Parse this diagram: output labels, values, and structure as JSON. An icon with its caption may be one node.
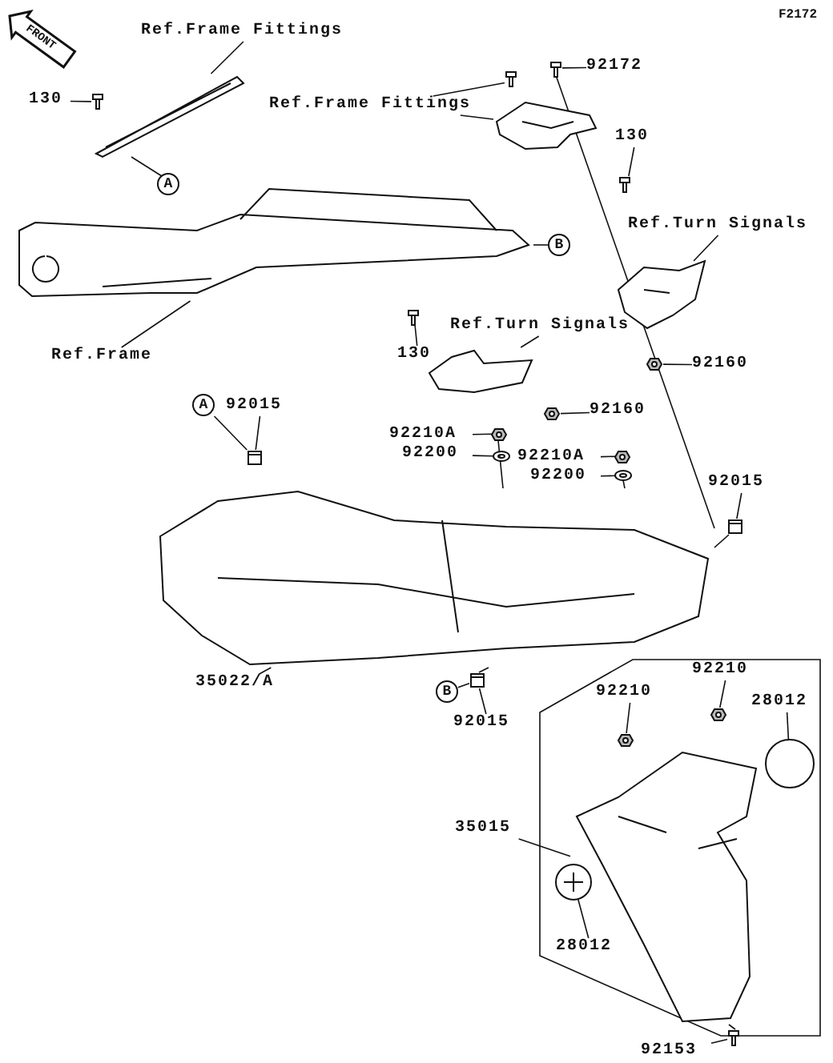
{
  "diagram": {
    "nodes": [
      {
        "text": [
          "Ref.Frame Fittings"
        ]
      },
      {
        "text": [],
        "shape": "picture"
      },
      {
        "text": [
          "130"
        ]
      },
      {
        "text": [],
        "shape": "picture"
      },
      {
        "text": [
          "A"
        ]
      },
      {
        "text": [
          "Ref.Frame Fittings"
        ]
      },
      {
        "text": [],
        "shape": "picture"
      },
      {
        "text": [],
        "shape": "picture"
      },
      {
        "text": [
          "92172"
        ]
      },
      {
        "text": [],
        "shape": "picture"
      },
      {
        "text": [],
        "shape": "picture"
      },
      {
        "text": [
          "Ref.Frame"
        ]
      },
      {
        "text": [
          "130"
        ]
      },
      {
        "text": [],
        "shape": "picture"
      },
      {
        "text": [
          "B"
        ]
      },
      {
        "text": [
          "130"
        ]
      },
      {
        "text": [],
        "shape": "picture"
      },
      {
        "text": [
          "Ref.Turn Signals"
        ]
      },
      {
        "text": [],
        "shape": "picture"
      },
      {
        "text": [
          "Ref.Turn Signals"
        ]
      },
      {
        "text": [],
        "shape": "picture"
      },
      {
        "text": [
          "92160"
        ]
      },
      {
        "text": [],
        "shape": "picture"
      },
      {
        "text": [
          "92160"
        ]
      },
      {
        "text": [],
        "shape": "picture"
      },
      {
        "text": [
          "92210A"
        ]
      },
      {
        "text": [],
        "shape": "picture"
      },
      {
        "text": [
          "92200"
        ]
      },
      {
        "text": [],
        "shape": "picture"
      },
      {
        "text": [
          "92210A"
        ]
      },
      {
        "text": [],
        "shape": "picture"
      },
      {
        "text": [
          "92200"
        ]
      },
      {
        "text": [],
        "shape": "picture"
      },
      {
        "text": [
          "A"
        ]
      },
      {
        "text": [
          "92015"
        ]
      },
      {
        "text": [],
        "shape": "picture"
      },
      {
        "text": [
          "92015"
        ]
      },
      {
        "text": [],
        "shape": "picture"
      },
      {
        "text": [],
        "shape": "picture"
      },
      {
        "text": [
          "35022/A"
        ]
      },
      {
        "text": [
          "B"
        ]
      },
      {
        "text": [],
        "shape": "picture"
      },
      {
        "text": [
          "92015"
        ]
      },
      {
        "text": [
          "92210"
        ]
      },
      {
        "text": [],
        "shape": "picture"
      },
      {
        "text": [
          "92210"
        ]
      },
      {
        "text": [],
        "shape": "picture"
      },
      {
        "text": [
          "28012"
        ]
      },
      {
        "text": [],
        "shape": "picture"
      },
      {
        "text": [],
        "shape": "picture"
      },
      {
        "text": [
          "35015"
        ]
      },
      {
        "text": [
          "28012"
        ]
      },
      {
        "text": [],
        "shape": "picture"
      },
      {
        "text": [
          "92153"
        ]
      },
      {
        "text": [],
        "shape": "picture"
      }
    ],
    "edges": [
      {
        "from": 0,
        "to": 1,
        "arrow": "none"
      },
      {
        "from": 2,
        "to": 3,
        "arrow": "none"
      },
      {
        "from": 4,
        "to": 1,
        "arrow": "none"
      },
      {
        "from": 5,
        "to": 6,
        "arrow": "none"
      },
      {
        "from": 5,
        "to": 7,
        "arrow": "none"
      },
      {
        "from": 8,
        "to": 9,
        "arrow": "none"
      },
      {
        "from": 11,
        "to": 10,
        "arrow": "none"
      },
      {
        "from": 12,
        "to": 13,
        "arrow": "none"
      },
      {
        "from": 14,
        "to": 10,
        "arrow": "none"
      },
      {
        "from": 15,
        "to": 16,
        "arrow": "none"
      },
      {
        "from": 17,
        "to": 18,
        "arrow": "none"
      },
      {
        "from": 19,
        "to": 20,
        "arrow": "none"
      },
      {
        "from": 21,
        "to": 22,
        "arrow": "none"
      },
      {
        "from": 23,
        "to": 24,
        "arrow": "none"
      },
      {
        "from": 25,
        "to": 26,
        "arrow": "none"
      },
      {
        "from": 27,
        "to": 28,
        "arrow": "none"
      },
      {
        "from": 29,
        "to": 30,
        "arrow": "none"
      },
      {
        "from": 31,
        "to": 32,
        "arrow": "none"
      },
      {
        "from": 33,
        "to": 35,
        "arrow": "none"
      },
      {
        "from": 34,
        "to": 35,
        "arrow": "none"
      },
      {
        "from": 36,
        "to": 37,
        "arrow": "none"
      },
      {
        "from": 39,
        "to": 38,
        "arrow": "none"
      },
      {
        "from": 40,
        "to": 41,
        "arrow": "none"
      },
      {
        "from": 42,
        "to": 41,
        "arrow": "none"
      },
      {
        "from": 43,
        "to": 44,
        "arrow": "none"
      },
      {
        "from": 45,
        "to": 46,
        "arrow": "none"
      },
      {
        "from": 47,
        "to": 48,
        "arrow": "none"
      },
      {
        "from": 50,
        "to": 49,
        "arrow": "none"
      },
      {
        "from": 51,
        "to": 52,
        "arrow": "none"
      },
      {
        "from": 53,
        "to": 54,
        "arrow": "none"
      },
      {
        "from": 9,
        "to": 38,
        "arrow": "none"
      },
      {
        "from": 26,
        "to": 38,
        "arrow": "none"
      },
      {
        "from": 32,
        "to": 38,
        "arrow": "none"
      },
      {
        "from": 37,
        "to": 38,
        "arrow": "none"
      },
      {
        "from": 41,
        "to": 38,
        "arrow": "none"
      },
      {
        "from": 54,
        "to": 49,
        "arrow": "none"
      }
    ],
    "labels": [
      "F2172",
      "FRONT"
    ]
  }
}
